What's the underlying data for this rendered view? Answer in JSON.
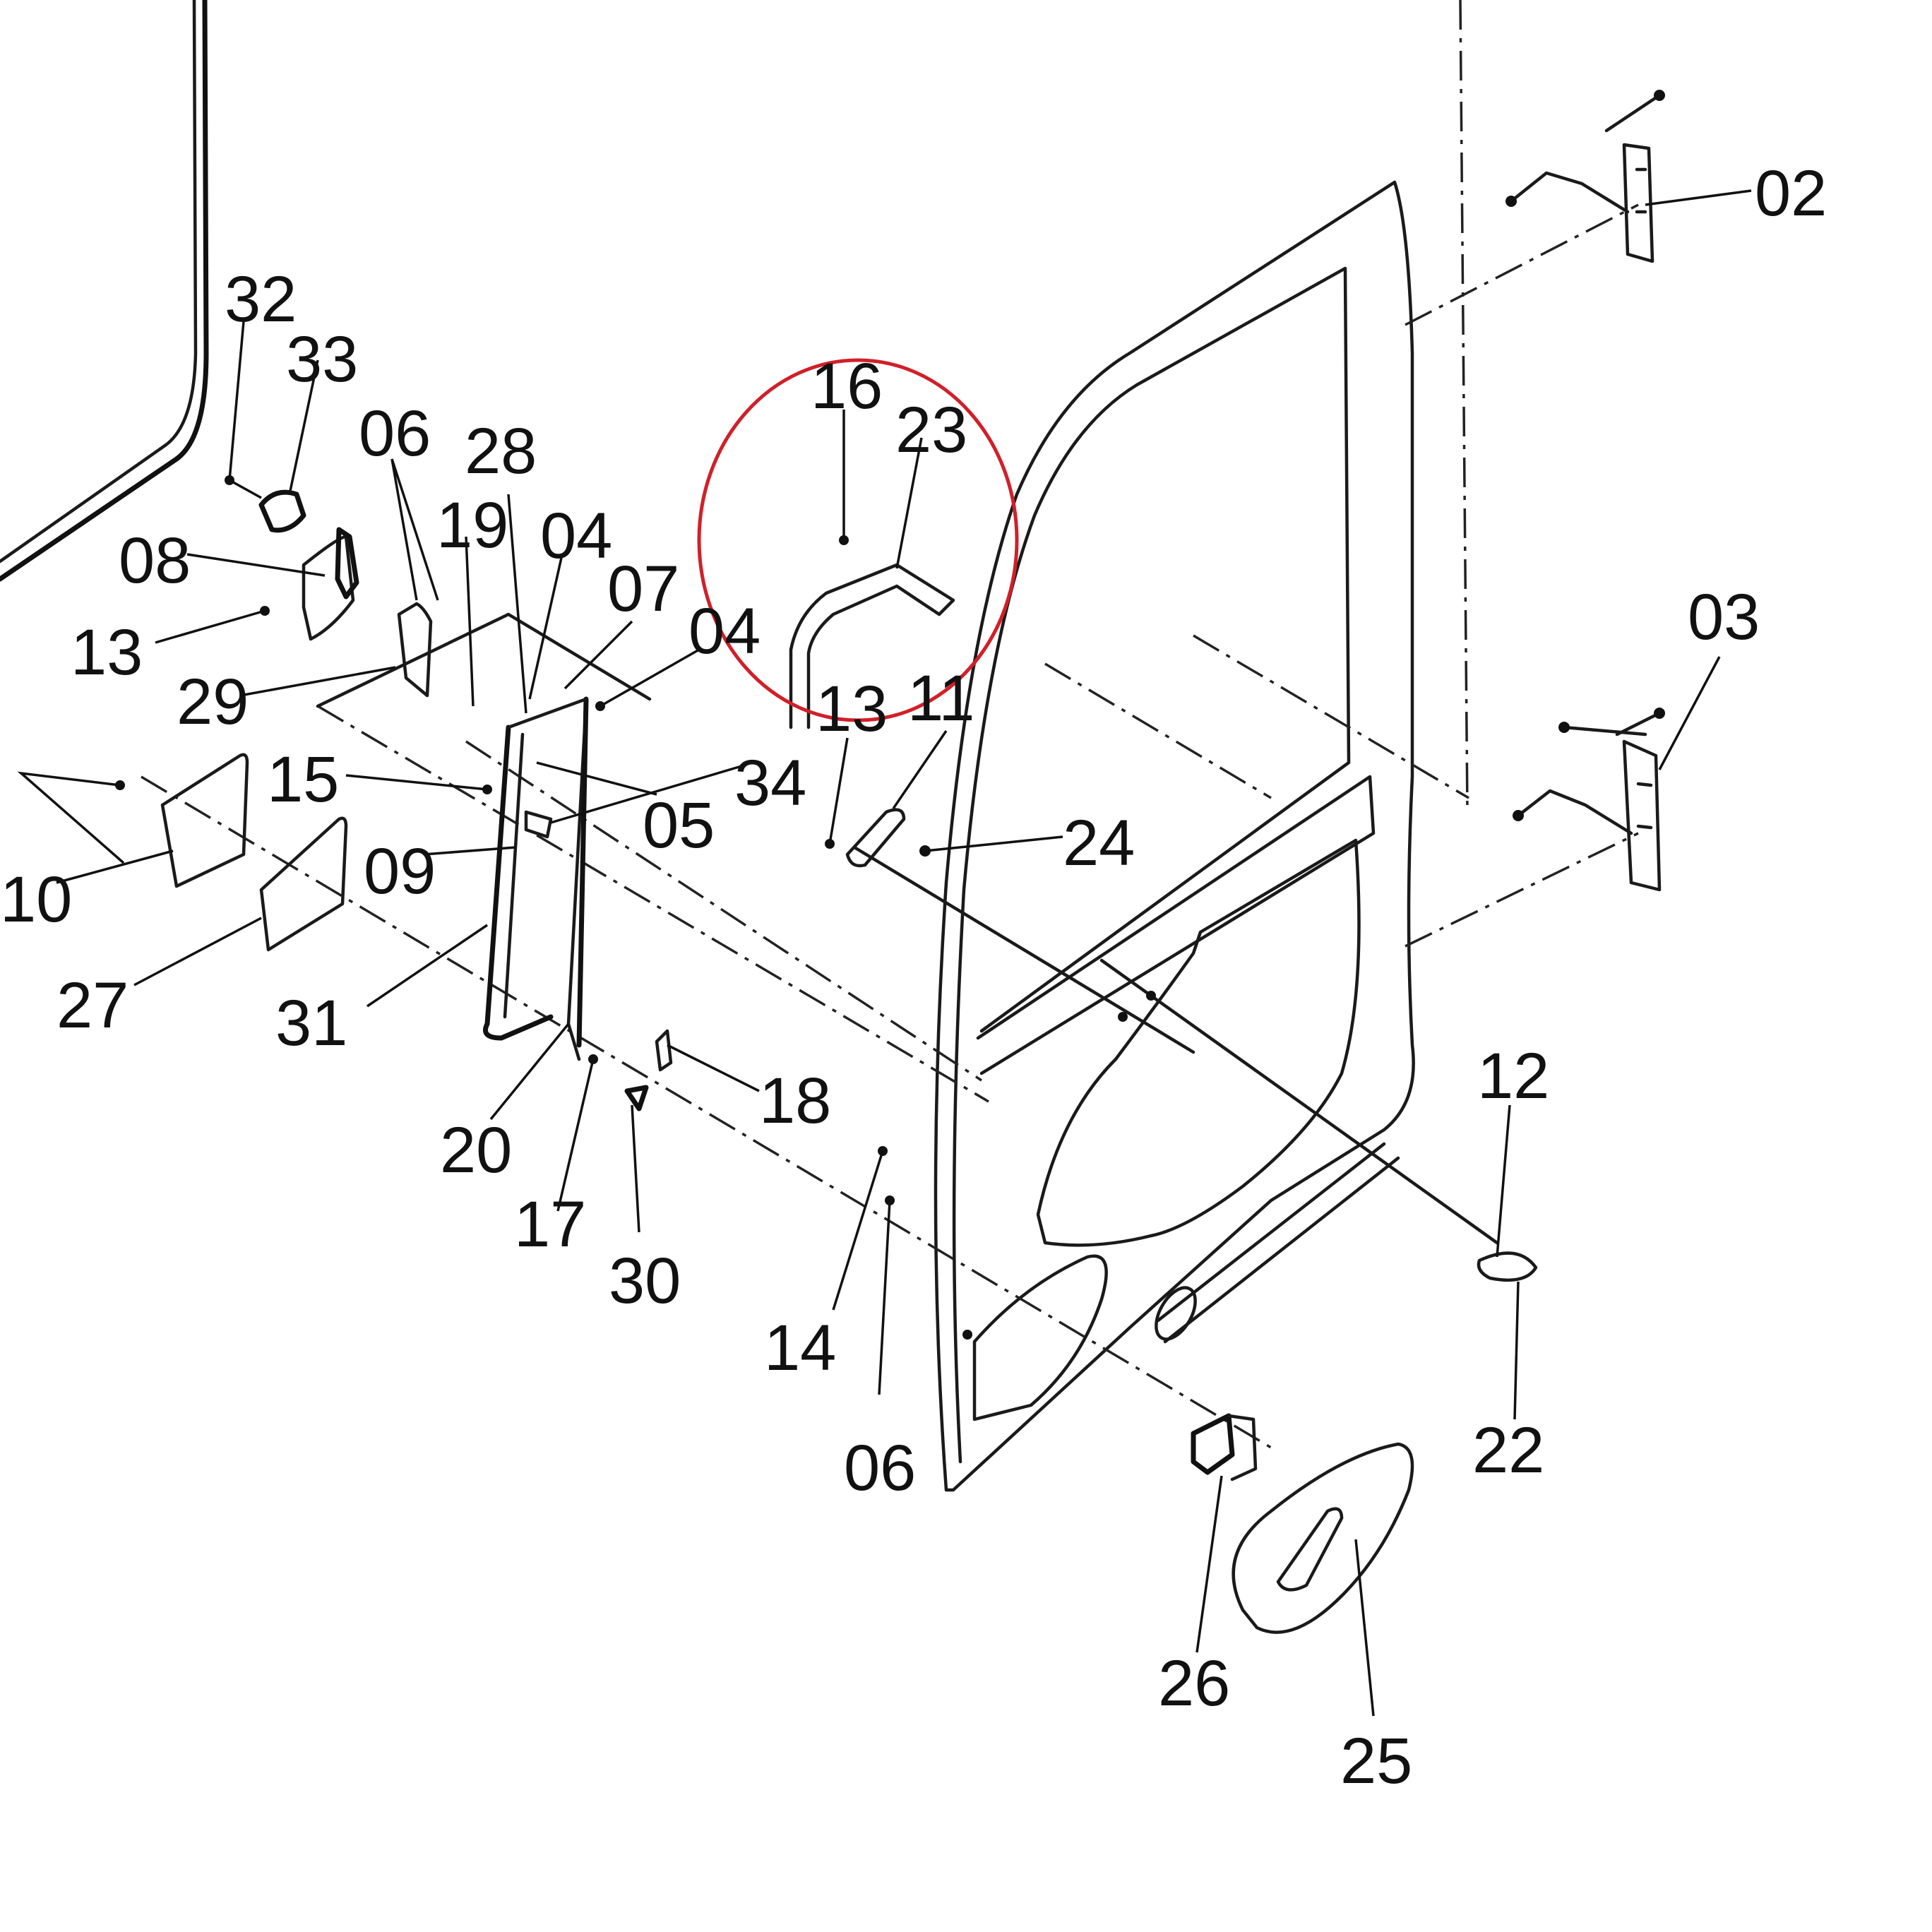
{
  "diagram": {
    "highlight_color": "#d0202a",
    "line_color": "#111111",
    "labels": [
      {
        "id": "label-02",
        "text": "02"
      },
      {
        "id": "label-03",
        "text": "03"
      },
      {
        "id": "label-32",
        "text": "32"
      },
      {
        "id": "label-33",
        "text": "33"
      },
      {
        "id": "label-06-top",
        "text": "06"
      },
      {
        "id": "label-28",
        "text": "28"
      },
      {
        "id": "label-08",
        "text": "08"
      },
      {
        "id": "label-19",
        "text": "19"
      },
      {
        "id": "label-04-a",
        "text": "04"
      },
      {
        "id": "label-07",
        "text": "07"
      },
      {
        "id": "label-04-b",
        "text": "04"
      },
      {
        "id": "label-13-left",
        "text": "13"
      },
      {
        "id": "label-29",
        "text": "29"
      },
      {
        "id": "label-15",
        "text": "15"
      },
      {
        "id": "label-34",
        "text": "34"
      },
      {
        "id": "label-05",
        "text": "05"
      },
      {
        "id": "label-10",
        "text": "10"
      },
      {
        "id": "label-09",
        "text": "09"
      },
      {
        "id": "label-27",
        "text": "27"
      },
      {
        "id": "label-31",
        "text": "31"
      },
      {
        "id": "label-16",
        "text": "16"
      },
      {
        "id": "label-23",
        "text": "23"
      },
      {
        "id": "label-13-mid",
        "text": "13"
      },
      {
        "id": "label-11",
        "text": "11"
      },
      {
        "id": "label-24",
        "text": "24"
      },
      {
        "id": "label-18",
        "text": "18"
      },
      {
        "id": "label-20",
        "text": "20"
      },
      {
        "id": "label-17",
        "text": "17"
      },
      {
        "id": "label-30",
        "text": "30"
      },
      {
        "id": "label-14",
        "text": "14"
      },
      {
        "id": "label-06-bottom",
        "text": "06"
      },
      {
        "id": "label-12",
        "text": "12"
      },
      {
        "id": "label-22",
        "text": "22"
      },
      {
        "id": "label-26",
        "text": "26"
      },
      {
        "id": "label-25",
        "text": "25"
      }
    ]
  }
}
